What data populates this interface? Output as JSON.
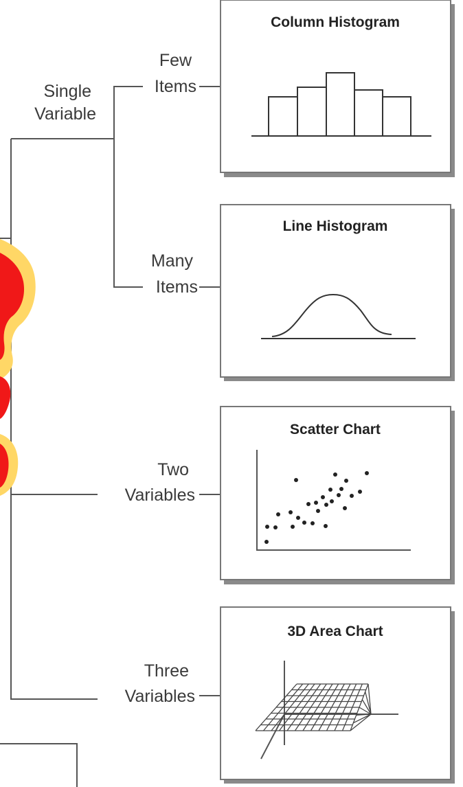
{
  "branches": {
    "single_variable": [
      "Single",
      "Variable"
    ],
    "few_items": [
      "Few",
      "Items"
    ],
    "many_items": [
      "Many",
      "Items"
    ],
    "two_variables": [
      "Two",
      "Variables"
    ],
    "three_variables": [
      "Three",
      "Variables"
    ]
  },
  "charts": {
    "column_histogram": {
      "title": "Column Histogram",
      "icon": "column-histogram-icon"
    },
    "line_histogram": {
      "title": "Line Histogram",
      "icon": "line-histogram-icon"
    },
    "scatter_chart": {
      "title": "Scatter Chart",
      "icon": "scatter-chart-icon"
    },
    "area_chart_3d": {
      "title": "3D Area Chart",
      "icon": "3d-area-chart-icon"
    }
  },
  "colors": {
    "connector": "#555555",
    "box_border": "#777777",
    "box_shadow": "#8a8a8a",
    "highlight_red": "#f01818",
    "highlight_yellow": "#ffd766"
  }
}
